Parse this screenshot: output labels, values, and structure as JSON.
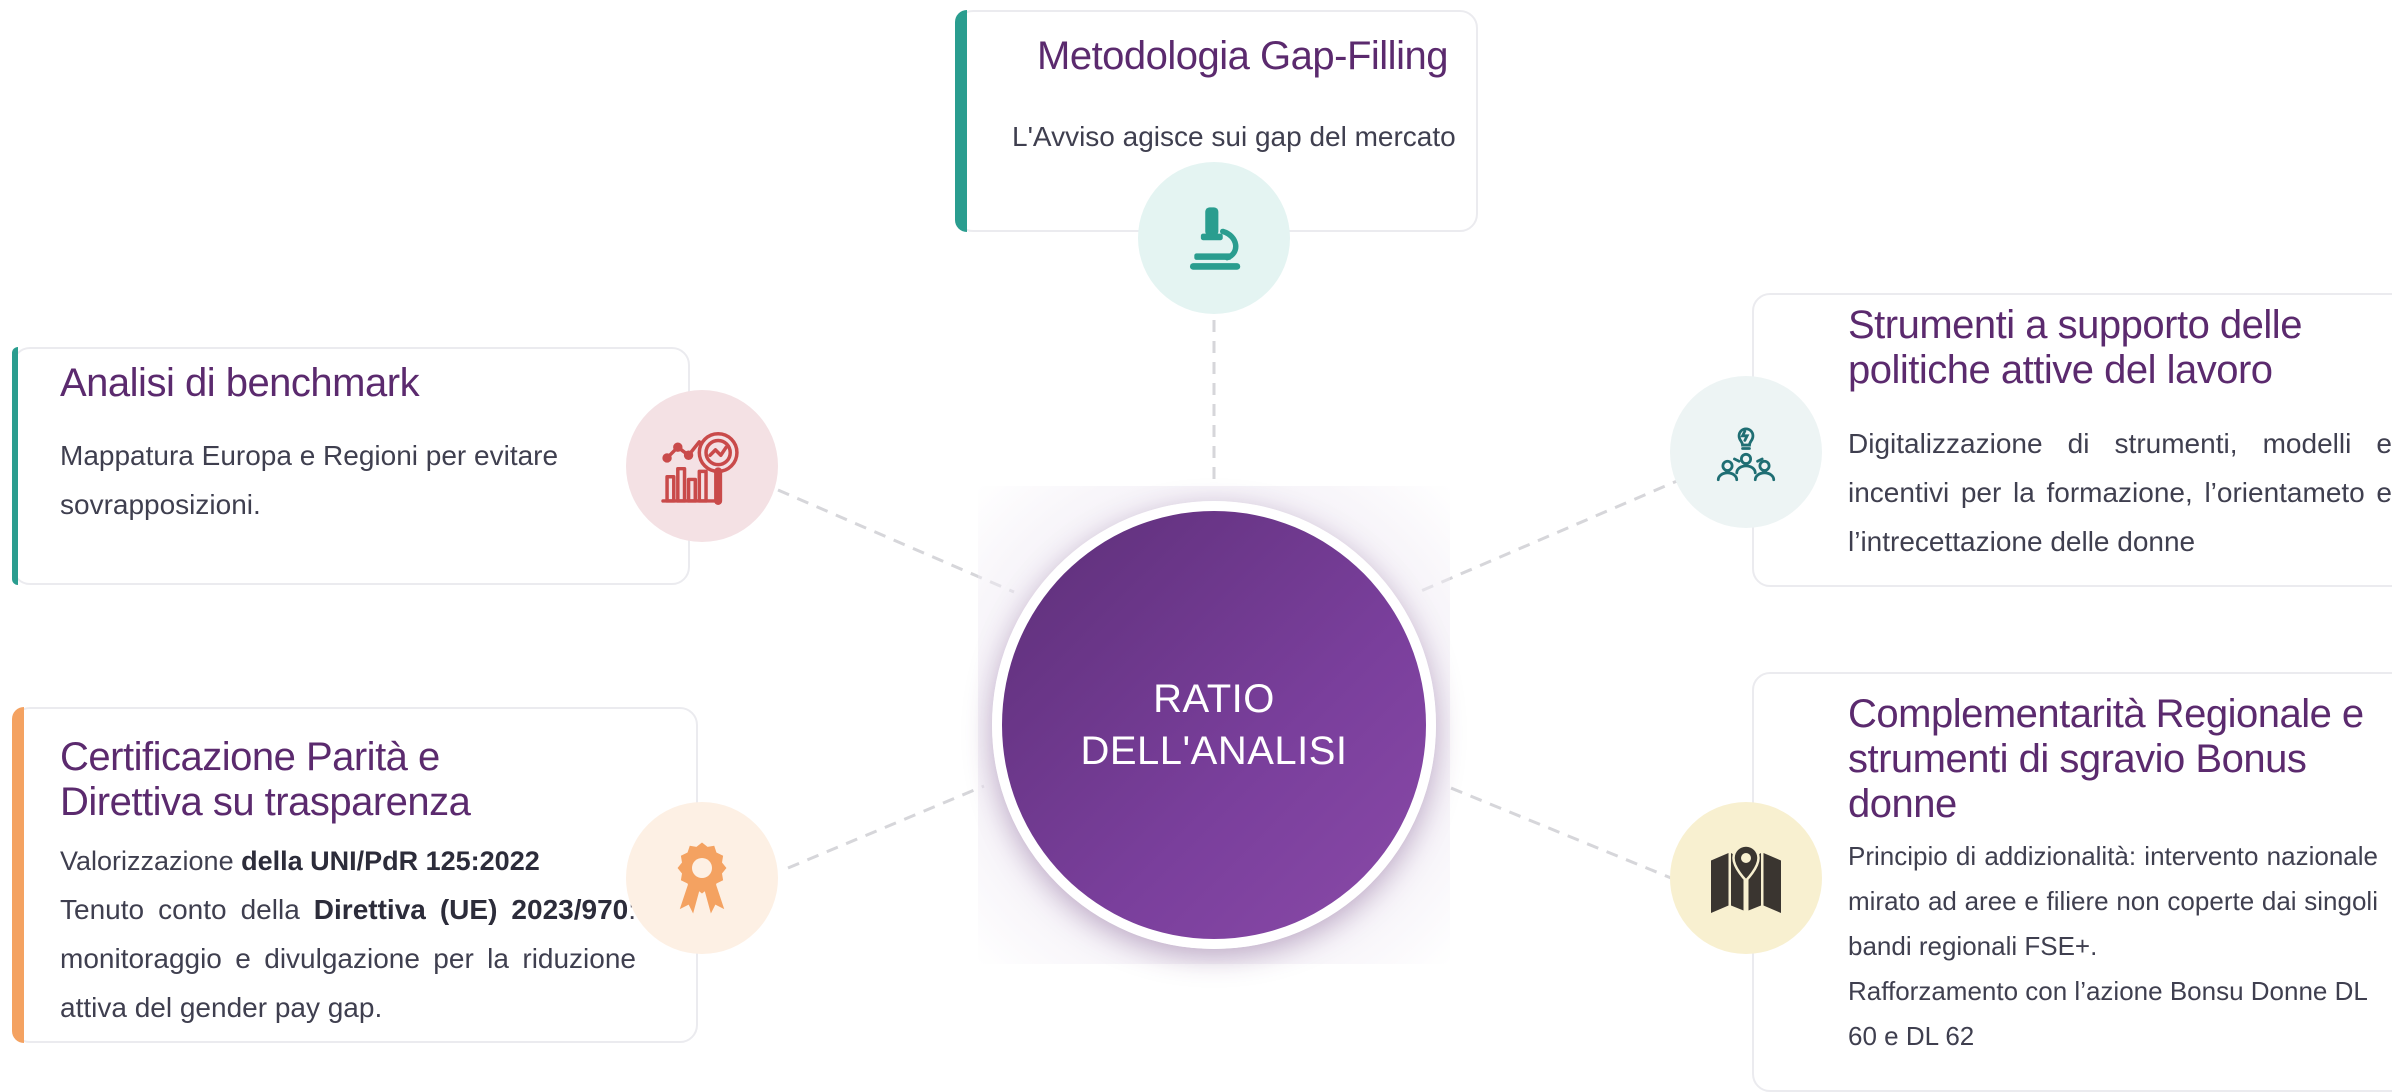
{
  "center": {
    "label": "RATIO\nDELL'ANALISI"
  },
  "cards": {
    "gap_filling": {
      "title": "Metodologia Gap-Filling",
      "text": "L'Avviso agisce sui gap del mercato",
      "icon": "microscope-icon",
      "accent": "#2a9d8f"
    },
    "benchmark": {
      "title": "Analisi di benchmark",
      "text": "Mappatura Europa e Regioni per evitare sovrapposizioni.",
      "icon": "analytics-chart-icon",
      "accent": "#2a9d8f"
    },
    "strumenti": {
      "title": "Strumenti a supporto delle politiche attive del lavoro",
      "text": "Digitalizzazione di strumenti, modelli e incentivi per la formazione, l’orientameto e l’intrecettazione delle donne",
      "icon": "team-idea-icon"
    },
    "certificazione": {
      "title": "Certificazione Parità e Direttiva su trasparenza",
      "line1_prefix": "Valorizzazione ",
      "line1_bold": "della UNI/PdR 125:2022",
      "line2_prefix": "Tenuto conto della ",
      "line2_bold": "Direttiva (UE) 2023/970",
      "line2_suffix": ": monitoraggio e divulgazione per la riduzione attiva del gender pay gap.",
      "icon": "award-ribbon-icon",
      "accent": "#f4a261"
    },
    "complementarita": {
      "title": "Complementarità Regionale e strumenti di sgravio Bonus donne",
      "text1": "Principio di addizionalità: intervento nazionale mirato ad aree e filiere non coperte dai singoli bandi regionali FSE+.",
      "text2": "Rafforzamento con l’azione Bonsu Donne DL 60 e DL 62",
      "icon": "map-pin-icon"
    }
  },
  "colors": {
    "title": "#5b2a6e",
    "center_start": "#5d2f78",
    "center_end": "#8a4aa8",
    "teal": "#2a9d8f",
    "orange": "#f4a261",
    "red": "#c94a4a"
  }
}
